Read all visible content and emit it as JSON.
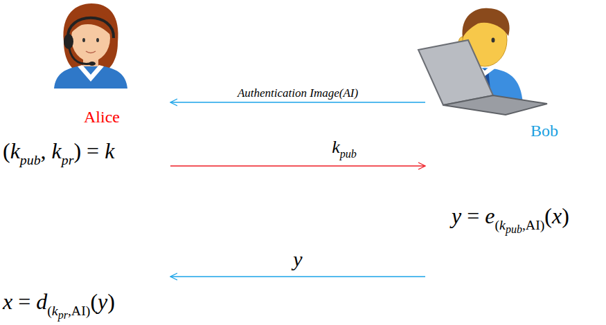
{
  "diagram": {
    "nodes": [
      {
        "text": [
          "Alice"
        ]
      },
      {
        "text": [
          "Bob"
        ]
      }
    ],
    "edges": [
      {
        "from": 1,
        "to": 0,
        "arrow": "to",
        "label": "Authentication Image(AI)"
      },
      {
        "from": 0,
        "to": 1,
        "arrow": "to",
        "label": "kpub"
      },
      {
        "from": 1,
        "to": 0,
        "arrow": "to",
        "label": "y"
      }
    ],
    "labels": [
      "(kpub, kpr) = k",
      "y = e(kpub,AI)(x)",
      "x = d(kpr,AI)(y)"
    ]
  }
}
